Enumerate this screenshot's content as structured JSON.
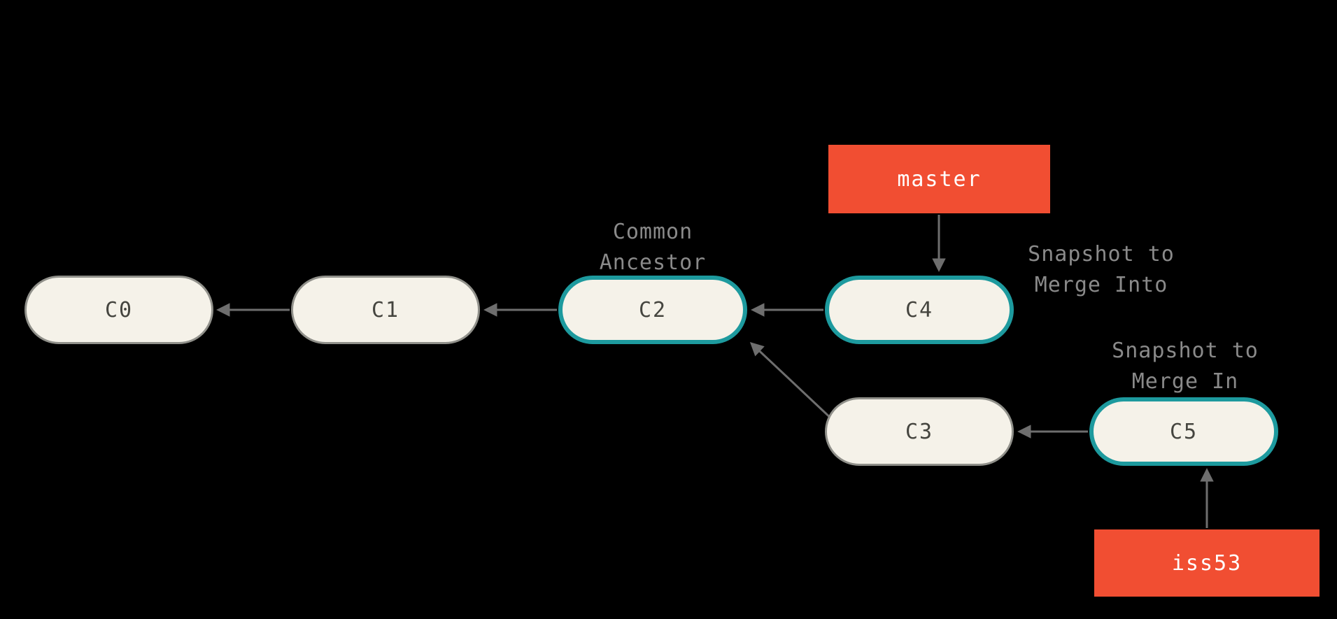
{
  "colors": {
    "background": "#000000",
    "node_fill": "#F5F2E9",
    "node_border": "#90908A",
    "highlight_border": "#1D9A9E",
    "branch_fill": "#F14E32",
    "branch_text": "#FFFFFF",
    "node_text": "#45453F",
    "annotation_text": "#8A8A8A",
    "edge": "#6E6E6E"
  },
  "nodes": [
    {
      "id": "C0",
      "label": "C0",
      "highlighted": false
    },
    {
      "id": "C1",
      "label": "C1",
      "highlighted": false
    },
    {
      "id": "C2",
      "label": "C2",
      "highlighted": true
    },
    {
      "id": "C3",
      "label": "C3",
      "highlighted": false
    },
    {
      "id": "C4",
      "label": "C4",
      "highlighted": true
    },
    {
      "id": "C5",
      "label": "C5",
      "highlighted": true
    }
  ],
  "branches": [
    {
      "label": "master",
      "points_to": "C4"
    },
    {
      "label": "iss53",
      "points_to": "C5"
    }
  ],
  "annotations": [
    {
      "id": "common-ancestor",
      "text": "Common\nAncestor"
    },
    {
      "id": "snapshot-merge-into",
      "text": "Snapshot to\nMerge Into"
    },
    {
      "id": "snapshot-merge-in",
      "text": "Snapshot to\nMerge In"
    }
  ],
  "edges": [
    {
      "from": "C1",
      "to": "C0"
    },
    {
      "from": "C2",
      "to": "C1"
    },
    {
      "from": "C4",
      "to": "C2"
    },
    {
      "from": "C3",
      "to": "C2"
    },
    {
      "from": "C5",
      "to": "C3"
    },
    {
      "from": "master",
      "to": "C4"
    },
    {
      "from": "iss53",
      "to": "C5"
    }
  ]
}
